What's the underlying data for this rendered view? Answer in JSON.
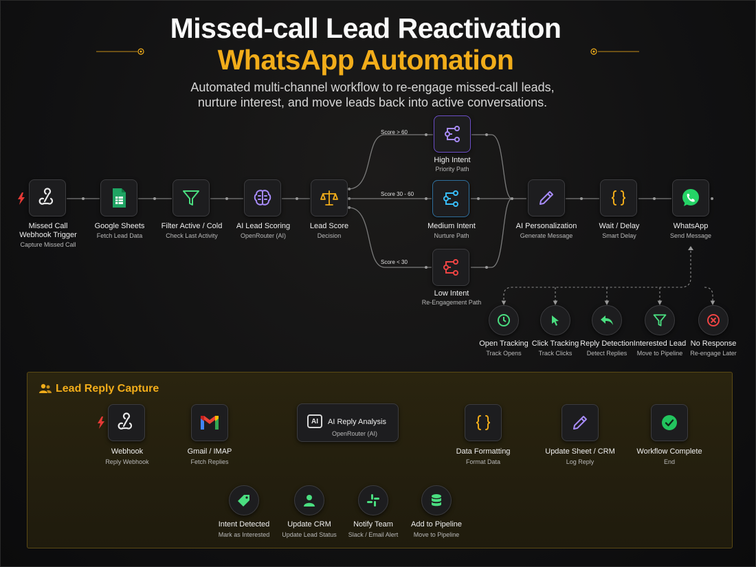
{
  "header": {
    "title": "Missed-call Lead Reactivation",
    "subtitle": "WhatsApp Automation",
    "description_line1": "Automated multi-channel workflow to re-engage missed-call leads,",
    "description_line2": "nurture interest, and move leads back into active conversations."
  },
  "colors": {
    "accent": "#f2ad1a",
    "sheets_green": "#22c55e",
    "purple": "#8b5cf6",
    "blue": "#38bdf8",
    "red": "#ef4444",
    "whatsapp_green": "#25d366"
  },
  "main_flow": {
    "webhook": {
      "title": "Missed Call",
      "title2": "Webhook Trigger",
      "sub": "Capture Missed Call",
      "icon": "webhook-icon"
    },
    "sheets": {
      "title": "Google Sheets",
      "sub": "Fetch Lead Data",
      "icon": "google-sheets-icon"
    },
    "filter": {
      "title": "Filter Active / Cold",
      "sub": "Check Last Activity",
      "icon": "filter-icon"
    },
    "scoring": {
      "title": "AI Lead Scoring",
      "sub": "OpenRouter (AI)",
      "icon": "brain-icon"
    },
    "score": {
      "title": "Lead Score",
      "sub": "Decision",
      "icon": "scale-icon"
    },
    "high": {
      "title": "High Intent",
      "sub": "Priority Path",
      "edge": "Score > 60",
      "icon": "branch-icon"
    },
    "medium": {
      "title": "Medium Intent",
      "sub": "Nurture Path",
      "edge": "Score 30 - 60",
      "icon": "branch-icon"
    },
    "low": {
      "title": "Low Intent",
      "sub": "Re-Engagement Path",
      "edge": "Score < 30",
      "icon": "branch-icon"
    },
    "personal": {
      "title": "AI Personalization",
      "sub": "Generate Message",
      "icon": "pencil-icon"
    },
    "wait": {
      "title": "Wait / Delay",
      "sub": "Smart Delay",
      "icon": "braces-icon"
    },
    "whatsapp": {
      "title": "WhatsApp",
      "sub": "Send Message",
      "icon": "whatsapp-icon"
    }
  },
  "outcomes": [
    {
      "title": "Open Tracking",
      "sub": "Track Opens",
      "icon": "clock-icon"
    },
    {
      "title": "Click Tracking",
      "sub": "Track Clicks",
      "icon": "cursor-icon"
    },
    {
      "title": "Reply Detection",
      "sub": "Detect Replies",
      "icon": "reply-icon"
    },
    {
      "title": "Interested Lead",
      "sub": "Move to Pipeline",
      "icon": "filter-icon"
    },
    {
      "title": "No Response",
      "sub": "Re-engage Later",
      "icon": "x-circle-icon"
    }
  ],
  "reply_capture": {
    "title": "Lead Reply Capture",
    "webhook": {
      "title": "Webhook",
      "sub": "Reply Webhook",
      "icon": "webhook-icon"
    },
    "gmail": {
      "title": "Gmail / IMAP",
      "sub": "Fetch Replies",
      "icon": "gmail-icon"
    },
    "analysis": {
      "title": "AI Reply Analysis",
      "sub": "OpenRouter (AI)",
      "badge": "AI",
      "icon": "ai-chip-icon"
    },
    "format": {
      "title": "Data Formatting",
      "sub": "Format Data",
      "icon": "braces-icon"
    },
    "update": {
      "title": "Update Sheet / CRM",
      "sub": "Log Reply",
      "icon": "pencil-icon"
    },
    "complete": {
      "title": "Workflow Complete",
      "sub": "End",
      "icon": "check-icon"
    },
    "actions": [
      {
        "title": "Intent Detected",
        "sub": "Mark as Interested",
        "icon": "tag-icon"
      },
      {
        "title": "Update CRM",
        "sub": "Update Lead Status",
        "icon": "user-icon"
      },
      {
        "title": "Notify Team",
        "sub": "Slack / Email Alert",
        "icon": "slack-icon"
      },
      {
        "title": "Add to Pipeline",
        "sub": "Move to Pipeline",
        "icon": "database-icon"
      }
    ]
  }
}
